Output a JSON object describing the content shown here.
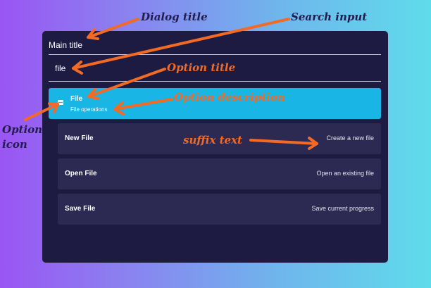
{
  "dialog": {
    "title": "Main title",
    "search_value": "file",
    "group": {
      "title": "File",
      "description": "File operations",
      "icon": "document-icon"
    },
    "options": [
      {
        "title": "New File",
        "suffix": "Create a new file"
      },
      {
        "title": "Open File",
        "suffix": "Open an existing file"
      },
      {
        "title": "Save File",
        "suffix": "Save current progress"
      }
    ]
  },
  "annotations": {
    "dialog_title": "Dialog title",
    "search_input": "Search input",
    "option_title": "Option title",
    "option_description": "Option description",
    "option_icon_line1": "Option",
    "option_icon_line2": "icon",
    "suffix_text": "suffix text"
  },
  "colors": {
    "dialog_bg": "#1d1b41",
    "highlight": "#19b5e5",
    "option_bg": "#2c2a52",
    "arrow": "#f26a24",
    "dark_label": "#231c4f"
  }
}
